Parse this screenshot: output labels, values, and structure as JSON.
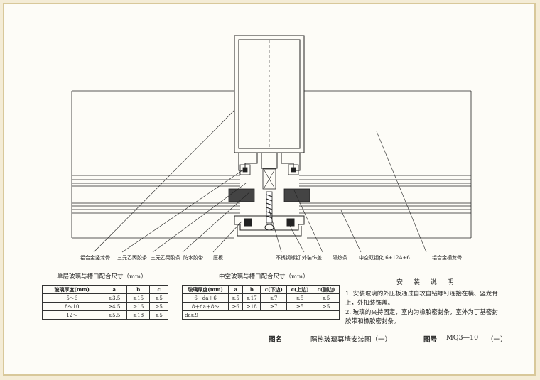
{
  "labels": {
    "alum_mullion": "铝合金竖龙骨",
    "epdm_strip_1": "三元乙丙胶条",
    "epdm_strip_2": "三元乙丙胶条",
    "waterproof_sealant": "防水胶带",
    "pressure_plate": "压板",
    "ss_screw": "不锈钢螺钉",
    "outer_cover": "外装饰盖",
    "thermal_strip": "隔热条",
    "insulated_glass": "中空双钢化 6+12A+6",
    "alum_transom": "铝合金横龙骨"
  },
  "table_single": {
    "caption": "单层玻璃与槽口配合尺寸（mm）",
    "headers": [
      "玻璃厚度(mm)",
      "a",
      "b",
      "c"
    ],
    "rows": [
      [
        "5～6",
        "≥3.5",
        "≥15",
        "≥5"
      ],
      [
        "8～10",
        "≥4.5",
        "≥16",
        "≥5"
      ],
      [
        "12～",
        "≥5.5",
        "≥18",
        "≥5"
      ]
    ]
  },
  "table_hollow": {
    "caption": "中空玻璃与槽口配合尺寸（mm）",
    "headers": [
      "玻璃厚度(mm)",
      "a",
      "b",
      "c(下边)",
      "c(上边)",
      "c(侧边)"
    ],
    "rows": [
      [
        "6＋da＋6",
        "≥5",
        "≥17",
        "≥7",
        "≥5",
        "≥5"
      ],
      [
        "8＋da＋8～",
        "≥6",
        "≥18",
        "≥7",
        "≥5",
        "≥5"
      ]
    ],
    "footer": "da≥9"
  },
  "notes": {
    "title": "安 装 说 明",
    "item1": "1. 安装玻璃的外压板通过自攻自钻螺钉连接在横、竖龙骨上，外扣装饰盖。",
    "item2": "2. 玻璃的夹持固定，室内为橡胶密封条，室外为丁基密封胶带和橡胶密封条。"
  },
  "footer": {
    "name_label": "图名",
    "name_value": "隔热玻璃幕墙安装图（一）",
    "no_label": "图号",
    "no_value": "MQ3—10",
    "no_suffix": "（一）"
  }
}
